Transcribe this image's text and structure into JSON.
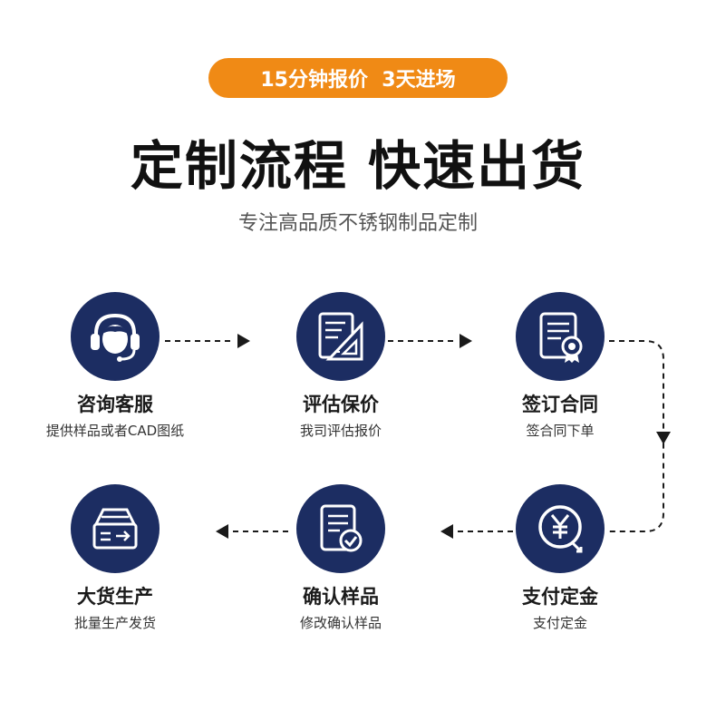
{
  "header": {
    "badge": "15分钟报价  3天进场",
    "title": "定制流程 快速出货",
    "subtitle": "专注高品质不锈钢制品定制"
  },
  "colors": {
    "accent": "#f08a15",
    "navy": "#1c2d62",
    "dash": "#1a1a1a"
  },
  "steps": [
    {
      "title": "咨询客服",
      "desc": "提供样品或者CAD图纸",
      "icon": "headset-icon"
    },
    {
      "title": "评估保价",
      "desc": "我司评估报价",
      "icon": "ruler-triangle-icon"
    },
    {
      "title": "签订合同",
      "desc": "签合同下单",
      "icon": "contract-icon"
    },
    {
      "title": "支付定金",
      "desc": "支付定金",
      "icon": "yuan-coin-icon"
    },
    {
      "title": "确认样品",
      "desc": "修改确认样品",
      "icon": "document-check-icon"
    },
    {
      "title": "大货生产",
      "desc": "批量生产发货",
      "icon": "box-icon"
    }
  ]
}
